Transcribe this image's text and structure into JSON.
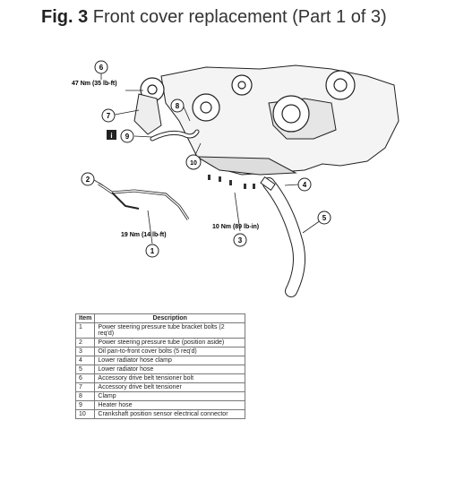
{
  "figure": {
    "label": "Fig. 3",
    "caption": "Front cover replacement (Part 1 of 3)"
  },
  "illustration": {
    "callouts": [
      "6",
      "7",
      "8",
      "9",
      "10",
      "2",
      "1",
      "3",
      "4",
      "5"
    ],
    "torque_labels": {
      "c6": "47 Nm (35 lb-ft)",
      "c1": "19 Nm (14 lb-ft)",
      "c3": "10 Nm (89 lb-in)"
    },
    "info_icon": "info-icon"
  },
  "legend": {
    "headers": {
      "item": "Item",
      "description": "Description"
    },
    "rows": [
      {
        "item": "1",
        "description": "Power steering pressure tube bracket bolts (2 req'd)"
      },
      {
        "item": "2",
        "description": "Power steering pressure tube (position aside)"
      },
      {
        "item": "3",
        "description": "Oil pan-to-front cover bolts (5 req'd)"
      },
      {
        "item": "4",
        "description": "Lower radiator hose clamp"
      },
      {
        "item": "5",
        "description": "Lower radiator hose"
      },
      {
        "item": "6",
        "description": "Accessory drive belt tensioner bolt"
      },
      {
        "item": "7",
        "description": "Accessory drive belt tensioner"
      },
      {
        "item": "8",
        "description": "Clamp"
      },
      {
        "item": "9",
        "description": "Heater hose"
      },
      {
        "item": "10",
        "description": "Crankshaft position sensor electrical connector"
      }
    ]
  }
}
